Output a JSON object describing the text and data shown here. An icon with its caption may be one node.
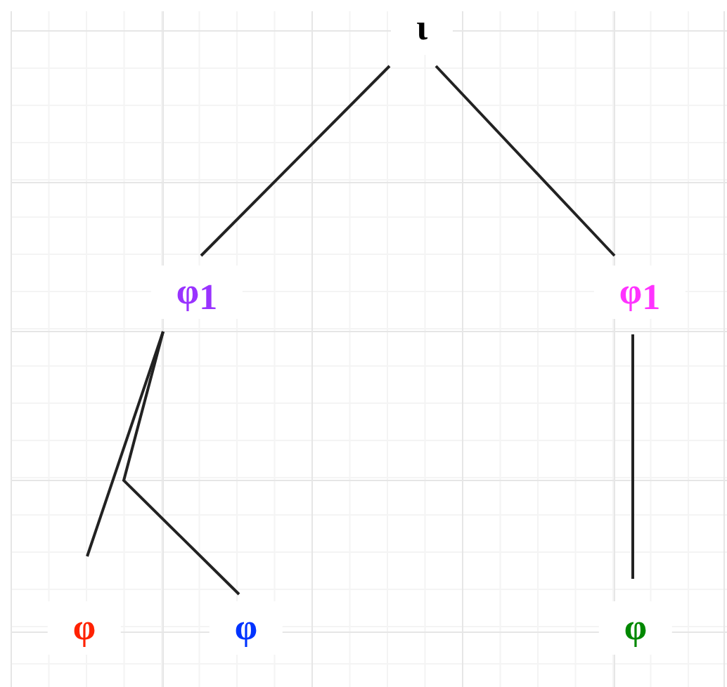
{
  "diagram": {
    "nodes": [
      {
        "text": [
          "ι"
        ]
      },
      {
        "text": [
          "φ$_{1}$"
        ]
      },
      {
        "text": [
          "φ$_{1}$"
        ]
      },
      {
        "text": [
          "φ"
        ]
      },
      {
        "text": [
          "φ"
        ]
      },
      {
        "text": [
          "φ"
        ]
      }
    ],
    "edges": [
      {
        "from": 0,
        "to": 1,
        "arrow": "none"
      },
      {
        "from": 0,
        "to": 2,
        "arrow": "none"
      },
      {
        "from": 1,
        "to": 3,
        "arrow": "none"
      },
      {
        "from": 1,
        "to": 4,
        "arrow": "none"
      },
      {
        "from": 2,
        "to": 5,
        "arrow": "none"
      }
    ]
  }
}
